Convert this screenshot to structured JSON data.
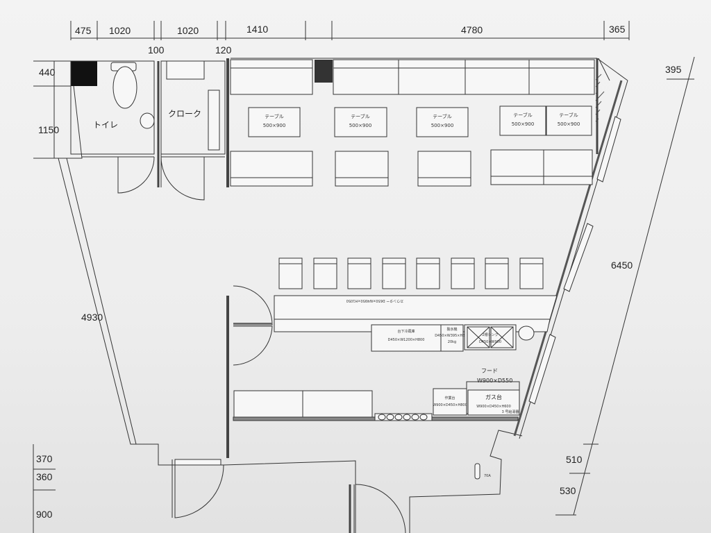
{
  "top_dims": [
    "475",
    "1020",
    "1020",
    "1410",
    "4780",
    "365"
  ],
  "sub_dims": [
    "100",
    "120"
  ],
  "left_dims": [
    "440",
    "1150"
  ],
  "left_long_dim": "4930",
  "right_dims": [
    "395",
    "6450",
    "510",
    "530"
  ],
  "bottom_left_dims": [
    "370",
    "360",
    "900"
  ],
  "rooms": {
    "toilet": "トイレ",
    "cloak": "クローク"
  },
  "table_label": "テーブル",
  "table_size": "500×900",
  "counter_text": "カウンター D650×W4950×H1050",
  "equipment": {
    "fridge": {
      "name": "台下冷蔵庫",
      "size": "D450×W1200×H800"
    },
    "dishwasher": {
      "name": "製氷機",
      "size": "D450×W395×H800",
      "extra": "20kg"
    },
    "sink": {
      "name": "2槽シンク",
      "size": "D450×W900"
    },
    "hood": {
      "name": "フード",
      "size": "W900×D550"
    },
    "worktable": {
      "name": "作業台",
      "size": "W900×D450×H800"
    },
    "gas": {
      "name": "ガス台",
      "size": "W900×D450×H600",
      "extra": "3 号給湯器"
    },
    "meter_label": "70A"
  }
}
